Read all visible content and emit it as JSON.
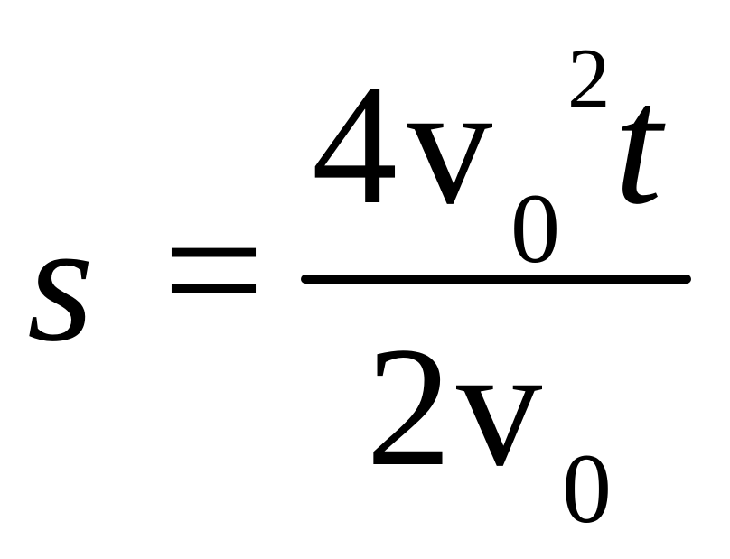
{
  "formula": {
    "lhs": "s",
    "equals": "=",
    "numerator": {
      "coefficient": "4",
      "variable": "v",
      "subscript": "0",
      "superscript": "2",
      "trailing_variable": "t"
    },
    "denominator": {
      "coefficient": "2",
      "variable": "v",
      "subscript": "0"
    }
  }
}
